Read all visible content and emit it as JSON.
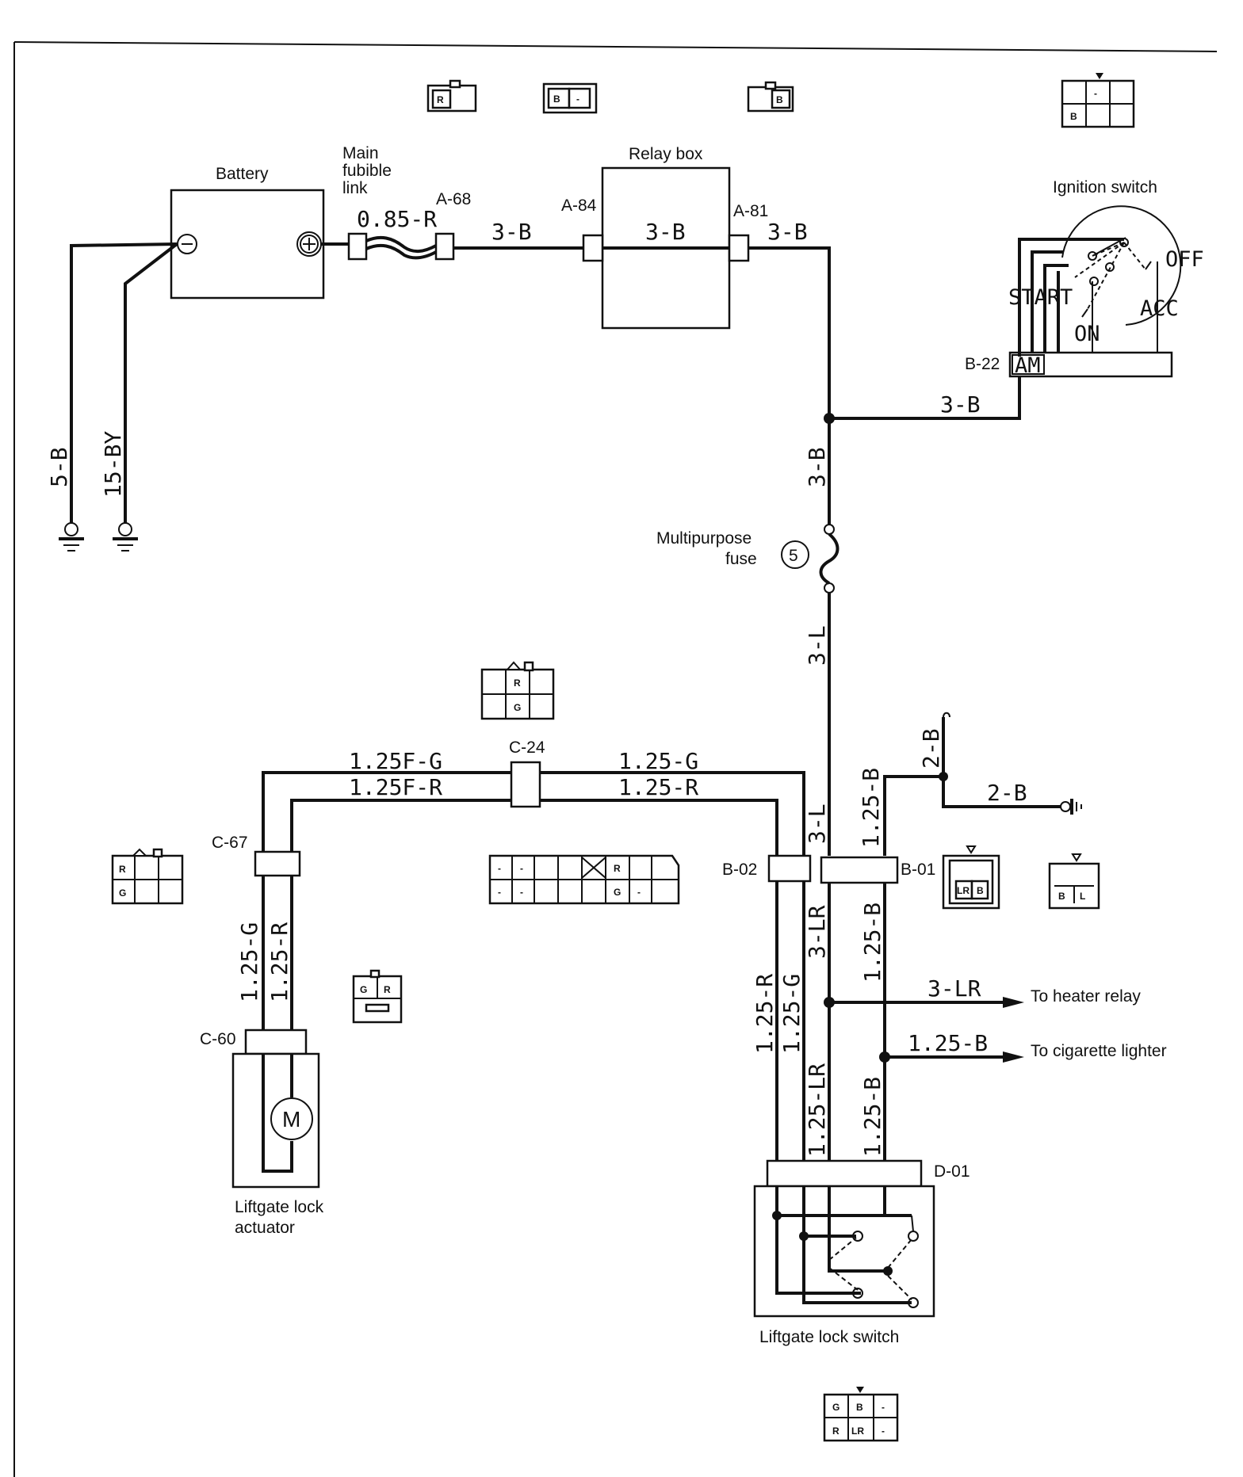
{
  "components": {
    "battery": "Battery",
    "fusible_link": [
      "Main",
      "fubible",
      "link"
    ],
    "relay_box": "Relay box",
    "ignition_switch": "Ignition switch",
    "multipurpose_fuse": [
      "Multipurpose",
      "fuse"
    ],
    "fuse_number": "5",
    "liftgate_actuator": [
      "Liftgate lock",
      "actuator"
    ],
    "liftgate_switch": "Liftgate lock switch",
    "motor_symbol": "M"
  },
  "ignition_positions": {
    "off": "OFF",
    "start": "START",
    "acc": "ACC",
    "on": "ON",
    "am": "AM"
  },
  "connectors": {
    "a68": "A-68",
    "a84": "A-84",
    "a81": "A-81",
    "b22": "B-22",
    "c24": "C-24",
    "c67": "C-67",
    "c60": "C-60",
    "b02": "B-02",
    "b01": "B-01",
    "d01": "D-01"
  },
  "wires": {
    "ground_1": "5-B",
    "ground_2": "15-BY",
    "fusible": "0.85-R",
    "a68_relay": "3-B",
    "relay_inner": "3-B",
    "a81_out": "3-B",
    "to_ignition": "3-B",
    "vertical_feed": "3-B",
    "after_fuse": "3-L",
    "c24_top_left": "1.25F-G",
    "c24_bottom_left": "1.25F-R",
    "c24_top_right": "1.25-G",
    "c24_bottom_right": "1.25-R",
    "b01_in": "3-L",
    "ground_branch_v": "2-B",
    "ground_branch_h": "2-B",
    "b01_left_top": "1.25-B",
    "act_g": "1.25-G",
    "act_r": "1.25-R",
    "sw_r": "1.25-R",
    "sw_g": "1.25-G",
    "sw_lr": "3-LR",
    "sw_b": "1.25-B",
    "heater": "3-LR",
    "cig": "1.25-B",
    "sw_lr2": "1.25-LR",
    "sw_b2": "1.25-B"
  },
  "destinations": {
    "heater_relay": "To heater relay",
    "cigarette_lighter": "To cigarette lighter"
  },
  "pins": {
    "a68": [
      "R"
    ],
    "a84": [
      "B",
      "-"
    ],
    "a81": [
      "B"
    ],
    "ignition": [
      "-",
      "B"
    ],
    "c24": [
      "R",
      "G"
    ],
    "c67": [
      "R",
      "G"
    ],
    "c60": [
      "G",
      "R"
    ],
    "b02": [
      "-",
      "-",
      "R",
      "-",
      "-",
      "G",
      "-"
    ],
    "b01": [
      "LR",
      "B"
    ],
    "b01b": [
      "B",
      "L"
    ],
    "d01": [
      "G",
      "B",
      "-",
      "R",
      "LR",
      "-"
    ]
  }
}
